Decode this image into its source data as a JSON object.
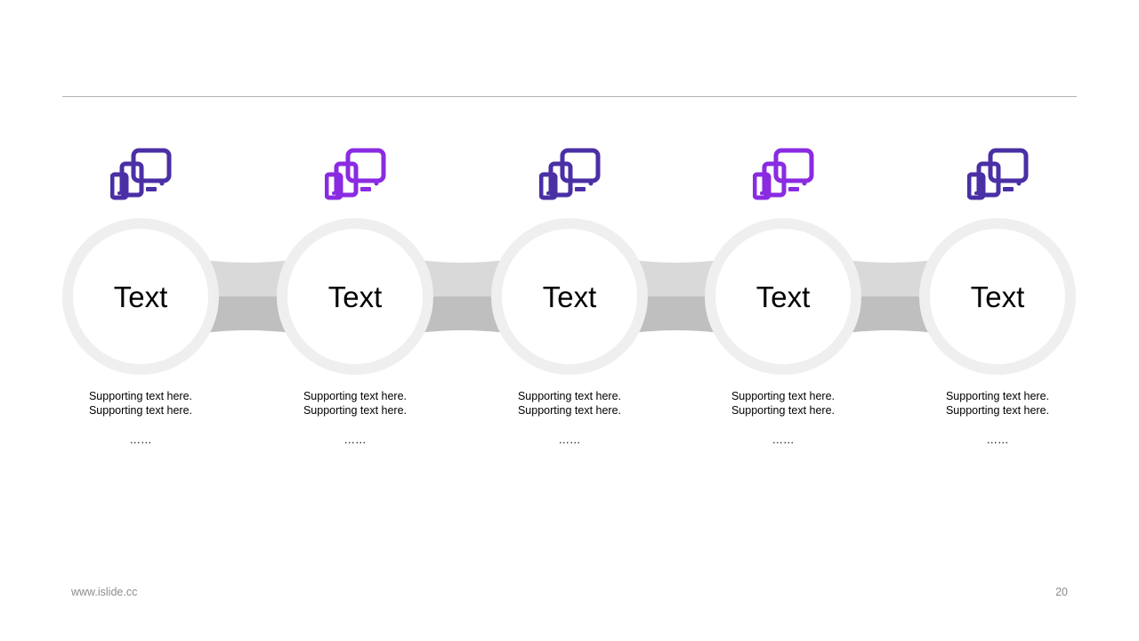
{
  "colors": {
    "icon_dark": "#4a2fa5",
    "icon_purple": "#8a2be2",
    "ring": "#efefef",
    "connector_top": "#d9d9d9",
    "connector_bottom": "#bfbfbf",
    "rule": "#b4b4b4"
  },
  "steps": [
    {
      "label": "Text",
      "support_line1": "Supporting  text here.",
      "support_line2": "Supporting  text here.",
      "ellipsis": "……",
      "icon": "devices-icon",
      "icon_color": "#4a2fa5"
    },
    {
      "label": "Text",
      "support_line1": "Supporting  text here.",
      "support_line2": "Supporting  text here.",
      "ellipsis": "……",
      "icon": "devices-icon",
      "icon_color": "#8a2be2"
    },
    {
      "label": "Text",
      "support_line1": "Supporting  text here.",
      "support_line2": "Supporting  text here.",
      "ellipsis": "……",
      "icon": "devices-icon",
      "icon_color": "#4a2fa5"
    },
    {
      "label": "Text",
      "support_line1": "Supporting  text here.",
      "support_line2": "Supporting  text here.",
      "ellipsis": "……",
      "icon": "devices-icon",
      "icon_color": "#8a2be2"
    },
    {
      "label": "Text",
      "support_line1": "Supporting  text here.",
      "support_line2": "Supporting  text here.",
      "ellipsis": "……",
      "icon": "devices-icon",
      "icon_color": "#4a2fa5"
    }
  ],
  "footer": {
    "url": "www.islide.cc",
    "page_number": "20"
  }
}
